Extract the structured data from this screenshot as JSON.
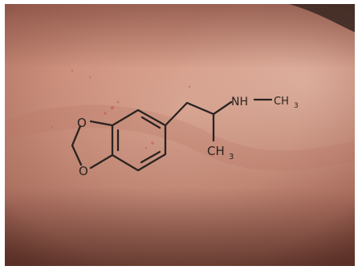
{
  "photo": {
    "subject": "chemical structure tattoo on chest skin",
    "labels": {
      "amine": "NH",
      "methyl_1": "CH",
      "methyl_1_sub": "3",
      "methyl_2": "CH",
      "methyl_2_sub": "3",
      "oxygen_top": "O",
      "oxygen_bottom": "O"
    }
  },
  "colors": {
    "skin_light": "#e3a995",
    "skin_mid": "#cf8d7a",
    "skin_dark": "#a86858",
    "shadow": "#5a2f28",
    "ink": "#2a2320",
    "border": "#ffffff"
  }
}
